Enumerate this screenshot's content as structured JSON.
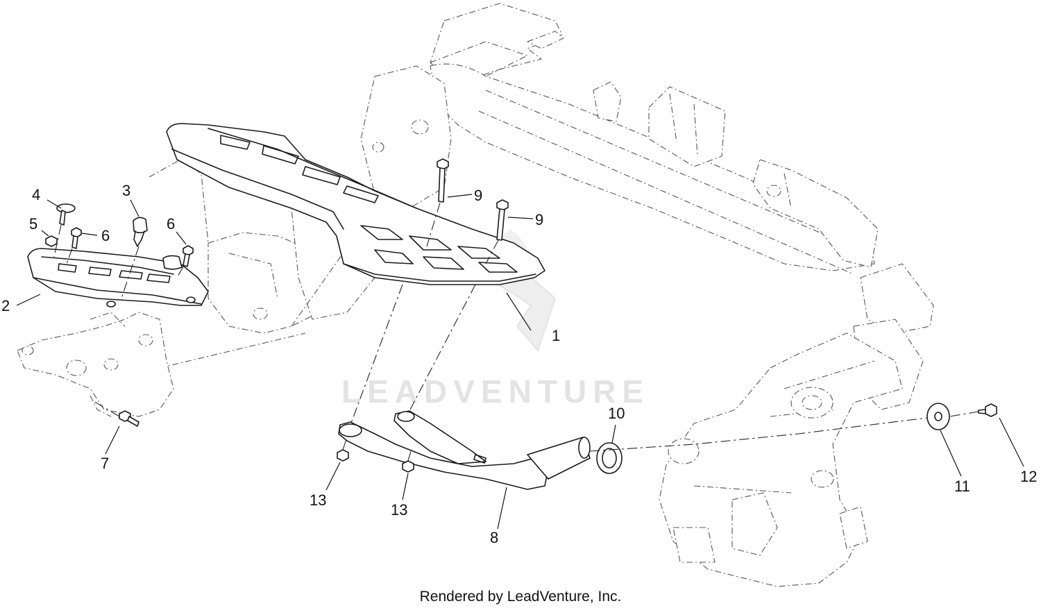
{
  "callouts": {
    "c1": "1",
    "c2": "2",
    "c3": "3",
    "c4": "4",
    "c5": "5",
    "c6a": "6",
    "c6b": "6",
    "c7": "7",
    "c8": "8",
    "c9a": "9",
    "c9b": "9",
    "c10": "10",
    "c11": "11",
    "c12": "12",
    "c13a": "13",
    "c13b": "13"
  },
  "watermark": {
    "text": "LEADVENTURE"
  },
  "footer": {
    "text": "Rendered by LeadVenture, Inc."
  }
}
